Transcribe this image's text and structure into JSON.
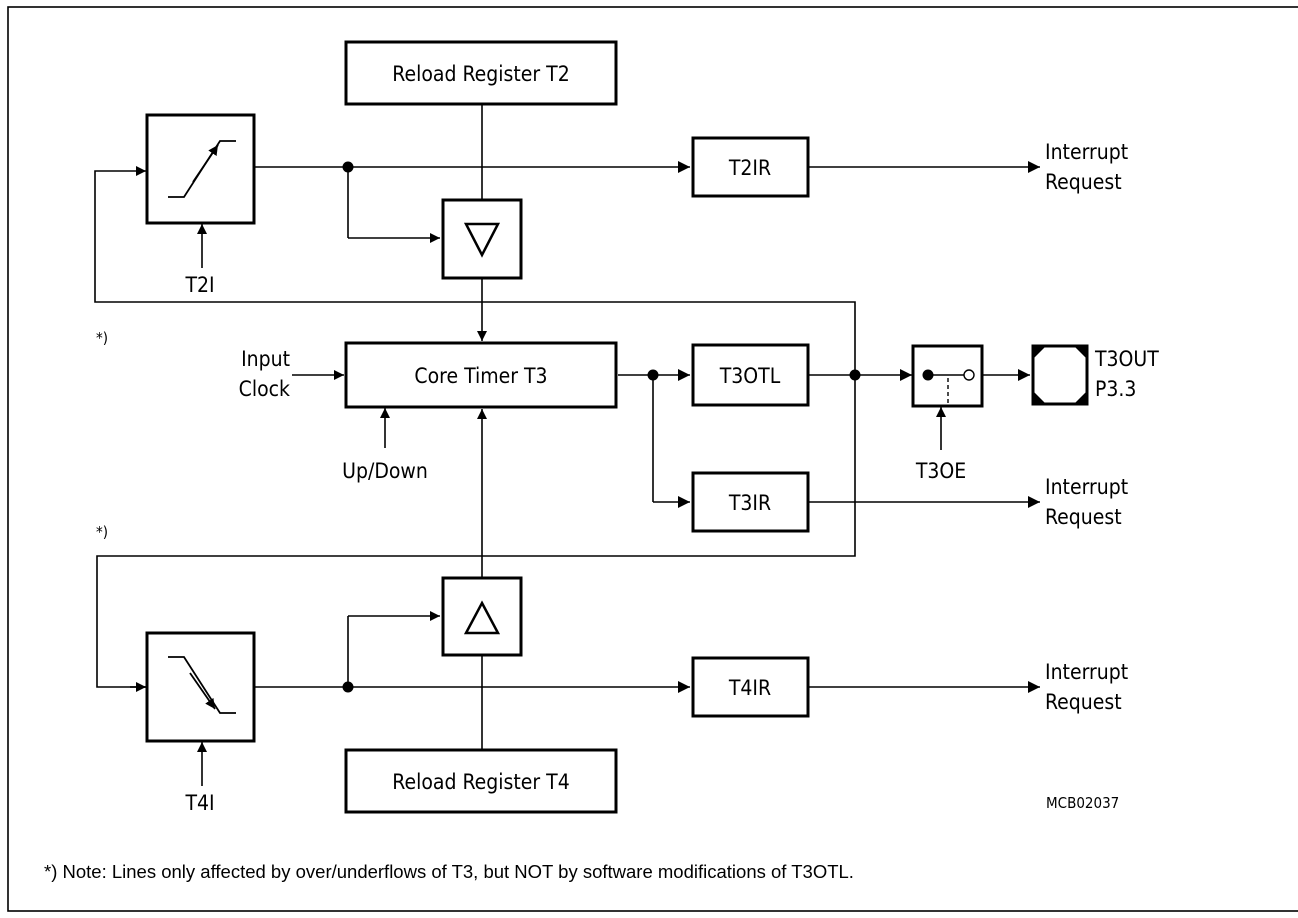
{
  "blocks": {
    "reload_t2": "Reload Register T2",
    "reload_t4": "Reload Register T4",
    "core_timer": "Core Timer T3",
    "t2ir": "T2IR",
    "t3ir": "T3IR",
    "t4ir": "T4IR",
    "t3otl": "T3OTL"
  },
  "signals": {
    "t2i": "T2I",
    "t4i": "T4I",
    "t3oe": "T3OE",
    "up_down": "Up/Down",
    "input_clock": [
      "Input",
      "Clock"
    ],
    "interrupt_request": [
      "Interrupt",
      "Request"
    ],
    "t3out": [
      "T3OUT",
      "P3.3"
    ],
    "star_mark": "*)"
  },
  "figure_code": "MCB02037",
  "footnote": "*)  Note: Lines only affected by over/underflows of T3, but NOT by software modifications of T3OTL.",
  "colors": {
    "ink": "#000000",
    "background": "#ffffff"
  }
}
